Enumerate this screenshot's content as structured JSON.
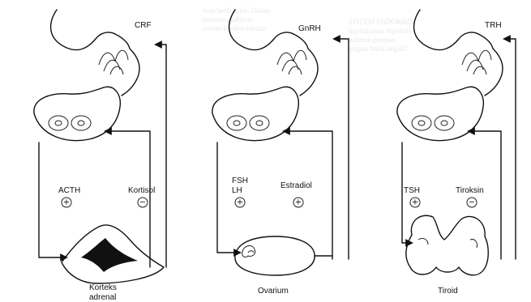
{
  "background_text": {
    "left_block": [
      "tuan berikut ini. Dalam",
      "hormon endokrin",
      "sistem kardiovaskular"
    ],
    "right_heading": "SISTEM ENDOKRIN",
    "right_block": [
      "hipotalamus hipofisis",
      "hormon pelepas",
      "umpan balik negatif"
    ]
  },
  "axes": [
    {
      "id": "adrenal",
      "releasing_hormone": "CRF",
      "tropic_hormone": [
        "ACTH"
      ],
      "tropic_sign": "+",
      "target_hormone": "Kortisol",
      "target_sign": "−",
      "target_gland": [
        "Korteks",
        "adrenal"
      ]
    },
    {
      "id": "ovarium",
      "releasing_hormone": "GnRH",
      "tropic_hormone": [
        "FSH",
        "LH"
      ],
      "tropic_sign": "+",
      "target_hormone": "Estradiol",
      "target_sign": "+",
      "target_gland": [
        "Ovarium"
      ]
    },
    {
      "id": "tiroid",
      "releasing_hormone": "TRH",
      "tropic_hormone": [
        "TSH"
      ],
      "tropic_sign": "+",
      "target_hormone": "Tiroksin",
      "target_sign": "−",
      "target_gland": [
        "Tiroid"
      ]
    }
  ]
}
